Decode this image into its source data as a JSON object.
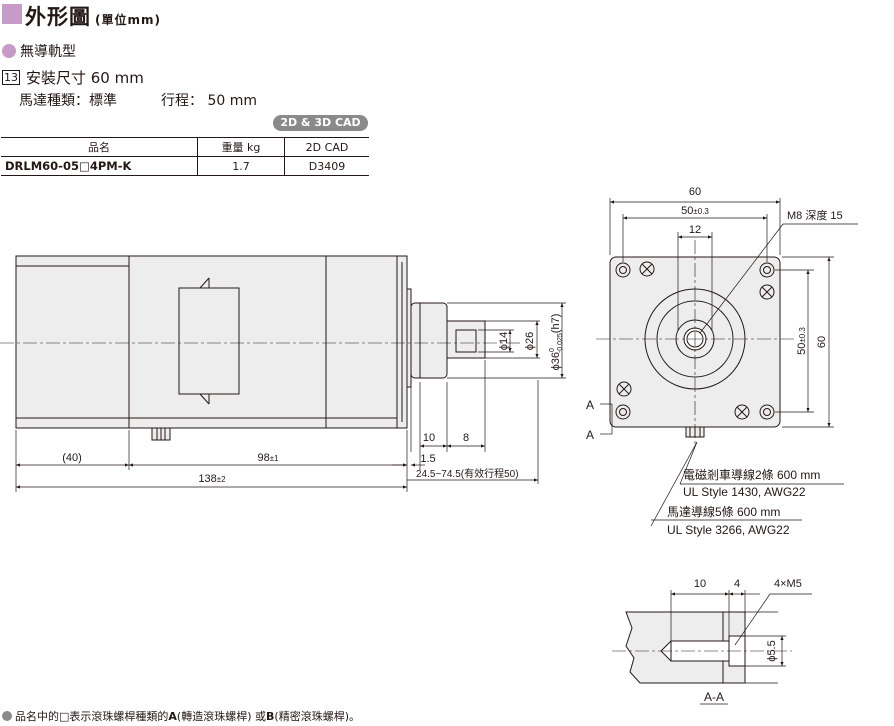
{
  "header": {
    "title": "外形圖",
    "subtitle": "(單位mm)"
  },
  "product": {
    "type": "無導軌型",
    "size_no": "13",
    "size_label": "安裝尺寸 60 mm",
    "motor_type": "馬達種類：標準",
    "stroke": "行程： 50 mm",
    "cad_badge": "2D & 3D CAD"
  },
  "table": {
    "headers": [
      "品名",
      "重量 kg",
      "2D CAD"
    ],
    "rows": [
      {
        "model": "DRLM60-05□4PM-K",
        "weight": "1.7",
        "cad": "D3409"
      }
    ]
  },
  "dims": {
    "d60_top": "60",
    "d50_top": "50",
    "tol_03": "±0.3",
    "d12": "12",
    "m8": "M8 深度 15",
    "d50_side": "50",
    "d60_side": "60",
    "phi14": "ϕ14",
    "phi26": "ϕ26",
    "phi36": "ϕ36",
    "phi36_tol_upper": "0",
    "phi36_tol_lower": "-0.025",
    "h7": "(h7)",
    "d40": "(40)",
    "d98": "98",
    "tol_1": "±1",
    "d138": "138",
    "tol_2": "±2",
    "d10": "10",
    "d8": "8",
    "d1_5": "1.5",
    "stroke_range": "24.5~74.5(有效行程50)",
    "label_a": "A",
    "brake_line1": "電磁剎車導線2條 600 mm",
    "brake_line2": "UL Style 1430, AWG22",
    "motor_line1": "馬達導線5條 600 mm",
    "motor_line2": "UL Style 3266, AWG22",
    "aa_10": "10",
    "aa_4": "4",
    "aa_m5": "4×M5",
    "aa_phi55": "ϕ5.5",
    "aa_label": "A-A"
  },
  "footnote": {
    "pre": "品名中的□表示滾珠螺桿種類的",
    "a": "A",
    "a_desc": "(轉造滾珠螺桿) 或",
    "b": "B",
    "b_desc": "(精密滾珠螺桿)。"
  }
}
